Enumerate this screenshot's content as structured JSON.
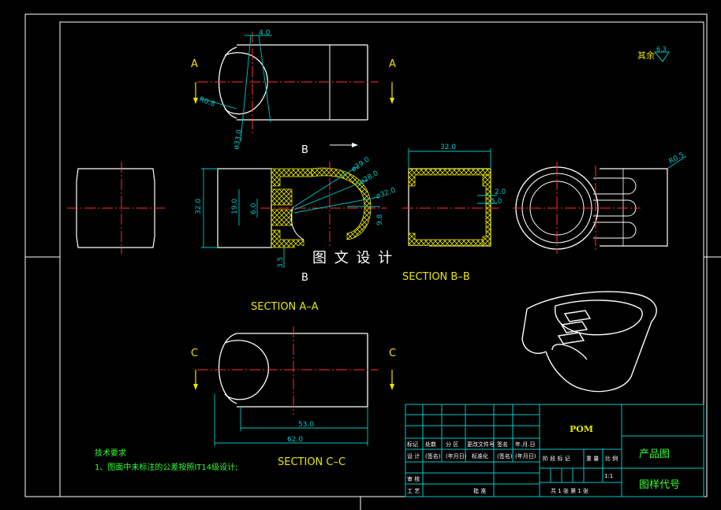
{
  "section_labels": {
    "a_left": "A",
    "a_right": "A",
    "b_top": "B",
    "b_bottom": "B",
    "c_left": "C",
    "c_right": "C",
    "section_aa": "SECTION A–A",
    "section_bb": "SECTION B–B",
    "section_cc": "SECTION C–C"
  },
  "dimensions": {
    "top_4": "4.0",
    "top_r08": "R0.8",
    "top_d33": "ø33.0",
    "aa_32": "32.0",
    "aa_19": "19.0",
    "aa_6": "6.0",
    "aa_35": "3.5",
    "aa_d29": "ø29.0",
    "aa_d28": "ø28.0",
    "aa_d32": "ø32.0",
    "aa_98": "9.8",
    "bb_32": "32.0",
    "bb_2": "2.0",
    "bb_5": "5.0",
    "right_r05": "R0.5",
    "cc_53": "53.0",
    "cc_62": "62.0"
  },
  "surface_finish": {
    "label": "其余",
    "value": "6.3"
  },
  "watermark": "图 文 设 计",
  "tech_notes": {
    "title": "技术要求",
    "line1": "1、图面中未标注的公差按照IT14级设计;"
  },
  "title_block": {
    "material": "POM",
    "product": "产品图",
    "drawing_code": "图样代号",
    "scale": "1:1",
    "sheets": "共 1 张   第 1 张",
    "row1": [
      "标记",
      "处数",
      "分 区",
      "更改文件号",
      "签名",
      "年.月.日"
    ],
    "row2": [
      "设 计",
      "(签名)",
      "(年月日)",
      "标准化",
      "(签名)",
      "(年月日)"
    ],
    "stage_headers": [
      "阶 段 标 记",
      "重 量",
      "比 例"
    ],
    "row3": [
      "审 核"
    ],
    "row4": [
      "工 艺",
      "批 准"
    ]
  }
}
